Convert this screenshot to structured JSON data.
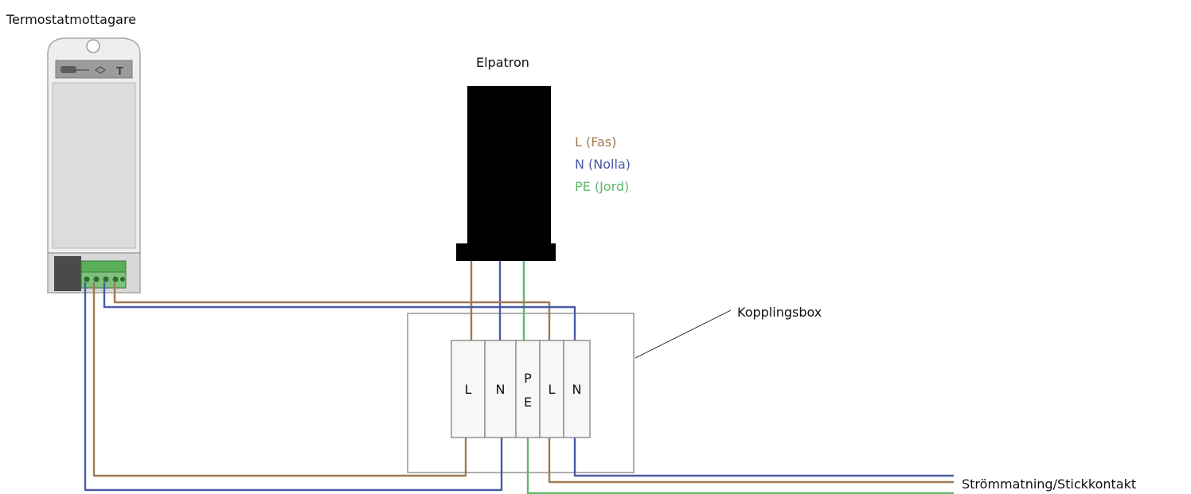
{
  "labels": {
    "thermostat": "Termostatmottagare",
    "heater": "Elpatron",
    "junction_box": "Kopplingsbox",
    "supply": "Strömmatning/Stickkontakt"
  },
  "legend": [
    {
      "text": "L (Fas)",
      "color": "#a07a52"
    },
    {
      "text": "N (Nolla)",
      "color": "#4a5aa8"
    },
    {
      "text": "PE (Jord)",
      "color": "#5fb86a"
    }
  ],
  "terminals": [
    {
      "name": "L",
      "lines": [
        "L"
      ]
    },
    {
      "name": "N",
      "lines": [
        "N"
      ]
    },
    {
      "name": "PE",
      "lines": [
        "P",
        "E"
      ]
    },
    {
      "name": "L",
      "lines": [
        "L"
      ]
    },
    {
      "name": "N",
      "lines": [
        "N"
      ]
    }
  ],
  "colors": {
    "phase": "#a07a52",
    "neutral": "#4a5aa8",
    "earth": "#5fb86a",
    "heater_body": "#000000",
    "box_outline": "#9a9a9a"
  }
}
